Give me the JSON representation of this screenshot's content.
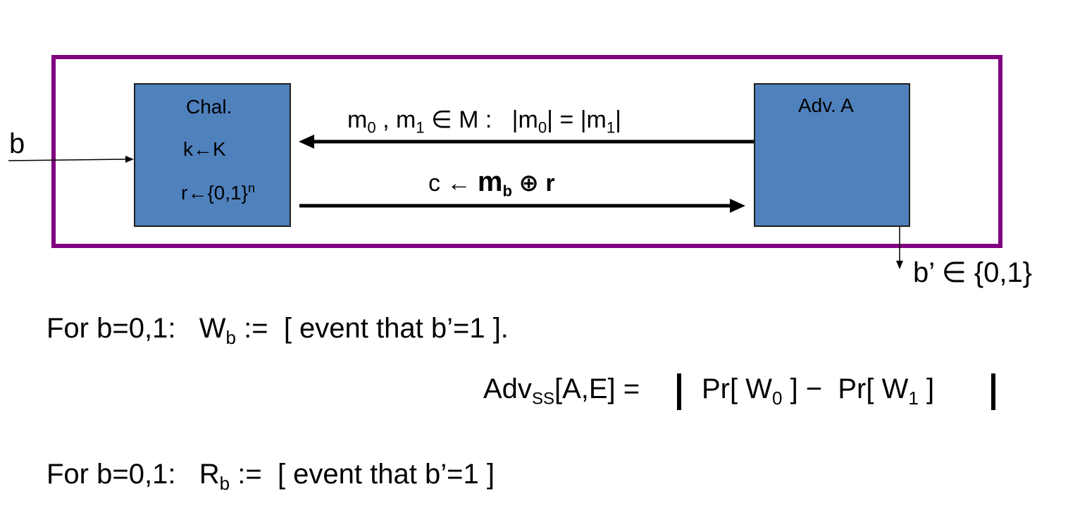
{
  "diagram": {
    "input_label": "b",
    "challenger": {
      "title": "Chal.",
      "key_line": "k←K",
      "pad_line": "r←{0,1}",
      "pad_sup": "n"
    },
    "adversary": {
      "title": "Adv. A"
    },
    "msg_query": {
      "m": "m",
      "sub0": "0",
      "sep": " , m",
      "sub1": "1",
      "in_M": " ∈ M :   |m",
      "sub0b": "0",
      "eq": "| = |m",
      "sub1b": "1",
      "end": "|"
    },
    "ciphertext": {
      "c": "c ← ",
      "mb": "m",
      "mb_sub": "b",
      "xor": " ⊕ r"
    },
    "output_label": "b’ ∈ {0,1}"
  },
  "definitions": {
    "line1": {
      "prefix": "For b=0,1:   W",
      "sub": "b",
      "suffix": " :=  [ event that b’=1 ]."
    },
    "adv": {
      "name": "Adv",
      "sub": "SS",
      "args": "[A,E] = ",
      "pr0": "Pr[ W",
      "sub0": "0",
      "mid": " ] −  Pr[ W",
      "sub1": "1",
      "close": " ]"
    },
    "line2": {
      "prefix": "For b=0,1:   R",
      "sub": "b",
      "suffix": " :=  [ event that b’=1 ]"
    }
  }
}
